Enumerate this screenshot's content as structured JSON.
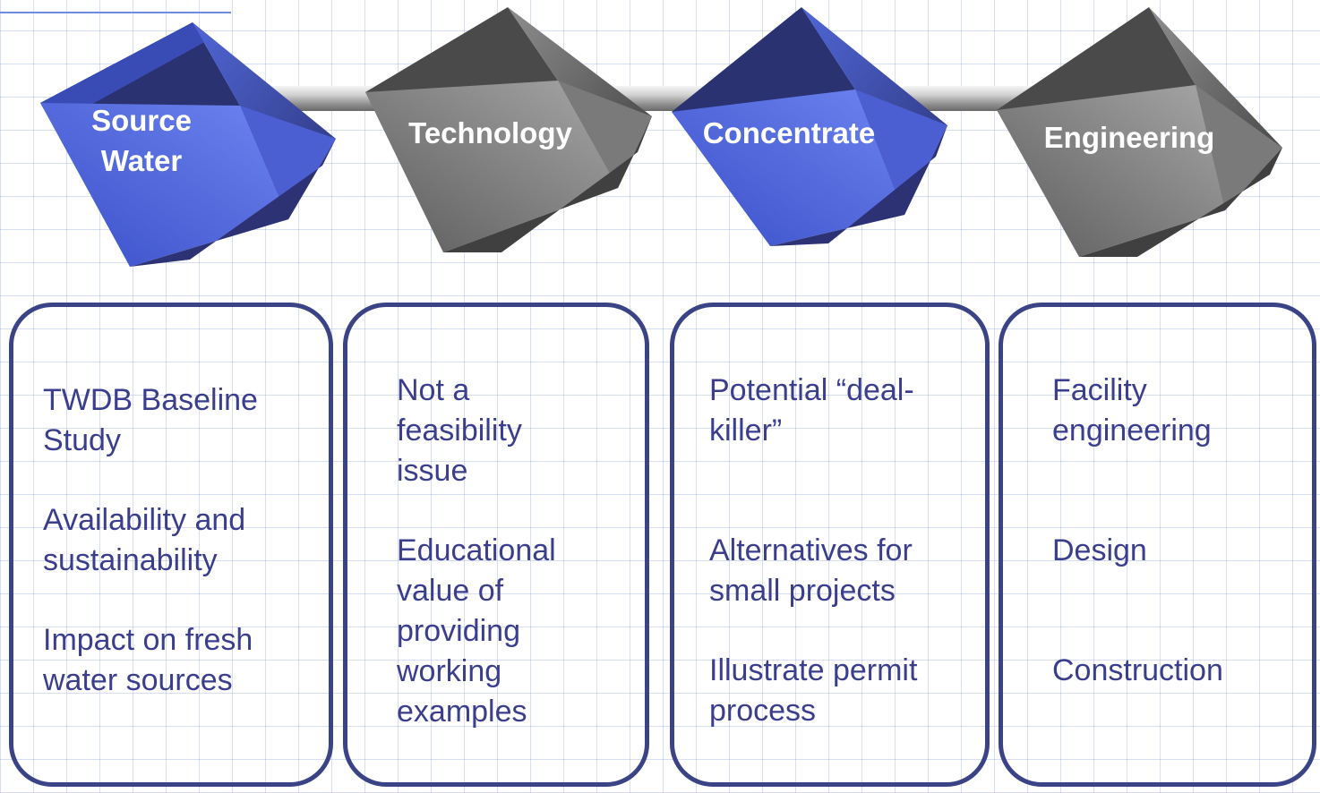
{
  "colors": {
    "blue_cube": "#5b72e0",
    "gray_cube": "#7c7c7c",
    "box_border": "#3a4385",
    "text": "#3a3e8c",
    "grid": "#c9d4f2"
  },
  "stages": [
    {
      "label": "Source\nWater",
      "color": "blue",
      "items": [
        "TWDB Baseline\nStudy",
        "Availability and\nsustainability",
        "Impact on fresh\nwater sources"
      ]
    },
    {
      "label": "Technology",
      "color": "gray",
      "items": [
        "Not a\nfeasibility\nissue",
        "Educational\nvalue of\nproviding\nworking\nexamples"
      ]
    },
    {
      "label": "Concentrate",
      "color": "blue",
      "items": [
        "Potential “deal-\nkiller”",
        "Alternatives for\nsmall projects",
        "Illustrate permit\nprocess"
      ]
    },
    {
      "label": "Engineering",
      "color": "gray",
      "items": [
        "Facility\nengineering",
        "Design",
        "Construction"
      ]
    }
  ]
}
